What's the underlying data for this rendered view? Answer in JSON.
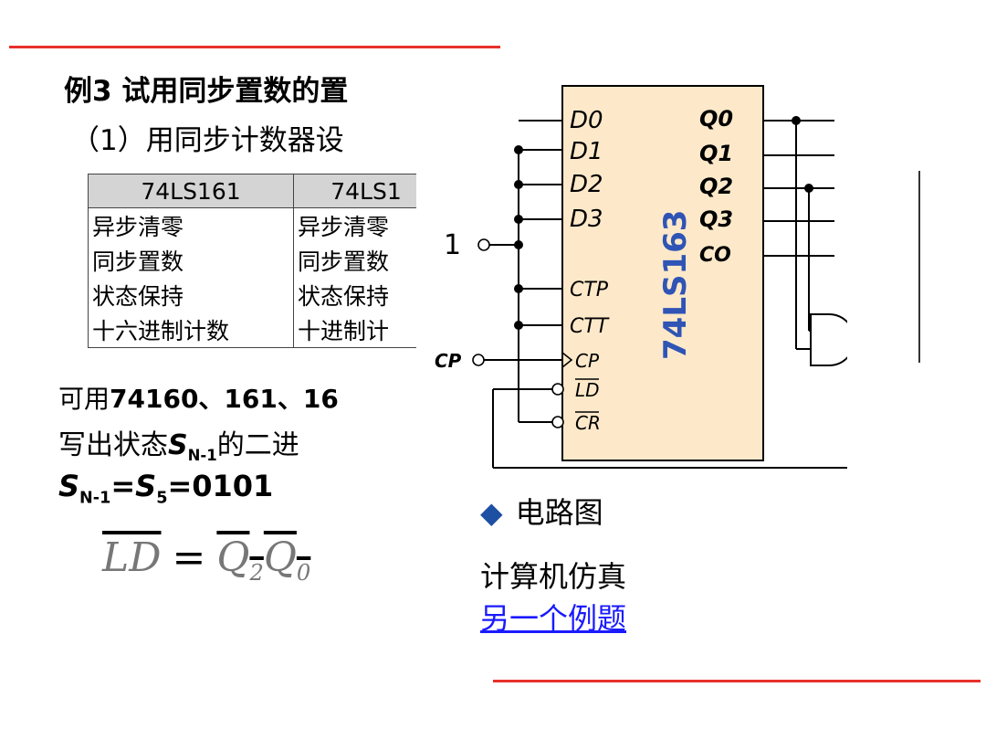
{
  "title": "例3 试用同步置数的置",
  "subtitle": "（1）用同步计数器设",
  "table": {
    "headers": [
      "74LS161",
      "74LS1"
    ],
    "rows": [
      [
        "异步清零",
        "异步清零"
      ],
      [
        "同步置数",
        "同步置数"
      ],
      [
        "状态保持",
        "状态保持"
      ],
      [
        "十六进制计数",
        "十进制计"
      ]
    ]
  },
  "usable_prefix": "可用",
  "usable_bold": "74160、161、16",
  "write_text": "写出状态",
  "write_var": "S",
  "write_sub": "N-1",
  "write_suffix": "的二进",
  "equation": {
    "s1": "S",
    "s1_sub": "N-1",
    "eq1": "=",
    "s2": "S",
    "s2_sub": "5",
    "eq2": "=0101"
  },
  "formula": {
    "lhs": "LD",
    "op": "=",
    "rhs_q2": "Q",
    "rhs_q2_sub": "2",
    "rhs_q0": "Q",
    "rhs_q0_sub": "0"
  },
  "circuit": {
    "chip_name": "74LS163",
    "left_pins": [
      "D0",
      "D1",
      "D2",
      "D3",
      "CTP",
      "CTT",
      "CP",
      "LD",
      "CR"
    ],
    "right_pins": [
      "Q0",
      "Q1",
      "Q2",
      "Q3",
      "CO"
    ],
    "const_label": "1",
    "cp_label": "CP",
    "colors": {
      "chip_fill": "#fde9c9",
      "chip_name": "#2f54b5",
      "wire": "#000000"
    }
  },
  "bullet_icon": "diamond-icon",
  "bullet_text": "电路图",
  "simulation_text": "计算机仿真",
  "link_text": "另一个例题",
  "colors": {
    "accent_red": "#e8302a",
    "link_blue": "#1a1aff",
    "bullet_blue": "#1d4fa3"
  }
}
